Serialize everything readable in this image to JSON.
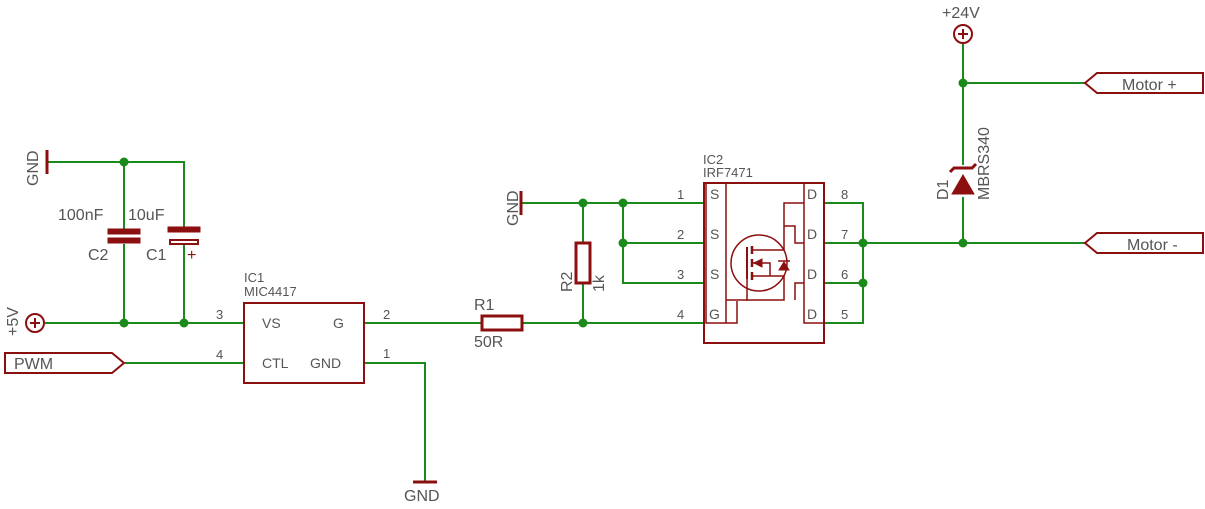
{
  "supply": {
    "v5": "+5V",
    "v24": "+24V",
    "gnd": "GND"
  },
  "ports": {
    "pwm": "PWM",
    "motor_plus": "Motor +",
    "motor_minus": "Motor -"
  },
  "caps": {
    "c1": {
      "name": "C1",
      "value": "10uF",
      "polarity": "+"
    },
    "c2": {
      "name": "C2",
      "value": "100nF"
    }
  },
  "ic1": {
    "name": "IC1",
    "part": "MIC4417",
    "pins": {
      "vs": "VS",
      "g": "G",
      "ctl": "CTL",
      "gnd": "GND"
    },
    "pin_numbers": {
      "vs": "3",
      "g": "2",
      "ctl": "4",
      "gnd": "1"
    }
  },
  "r1": {
    "name": "R1",
    "value": "50R"
  },
  "r2": {
    "name": "R2",
    "value": "1k"
  },
  "ic2": {
    "name": "IC2",
    "part": "IRF7471",
    "left_pins": [
      {
        "num": "1",
        "label": "S"
      },
      {
        "num": "2",
        "label": "S"
      },
      {
        "num": "3",
        "label": "S"
      },
      {
        "num": "4",
        "label": "G"
      }
    ],
    "right_pins": [
      {
        "num": "8",
        "label": "D"
      },
      {
        "num": "7",
        "label": "D"
      },
      {
        "num": "6",
        "label": "D"
      },
      {
        "num": "5",
        "label": "D"
      }
    ]
  },
  "d1": {
    "name": "D1",
    "part": "MBRS340"
  },
  "colors": {
    "wire": "#1a8a1a",
    "component": "#8b0f0f",
    "text": "#555555"
  }
}
